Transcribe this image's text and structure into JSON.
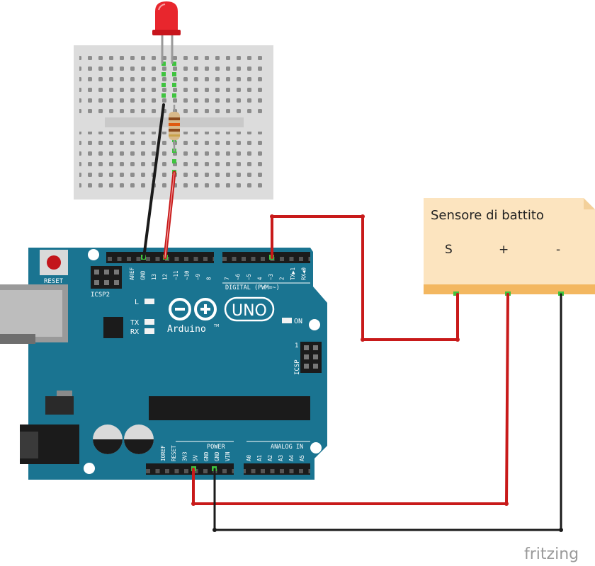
{
  "colors": {
    "board": "#1a7491",
    "board_dark": "#12627c",
    "wire_red": "#c81a1a",
    "wire_black": "#1a1a1a",
    "breadboard": "#dcdcdc",
    "sensor": "#fce4bf",
    "led": "#e8262d"
  },
  "sensor": {
    "title": "Sensore di battito",
    "pins": {
      "signal": "S",
      "plus": "+",
      "minus": "-"
    }
  },
  "arduino": {
    "reset_label": "RESET",
    "icsp2_label": "ICSP2",
    "icsp_label": "ICSP",
    "icsp_pin1": "1",
    "logo_brand": "Arduino",
    "logo_tm": "TM",
    "logo_model": "UNO",
    "led_l": "L",
    "led_tx": "TX",
    "led_rx": "RX",
    "led_on": "ON",
    "digital_header_label": "DIGITAL (PWM=~)",
    "digital_pins_left": [
      "AREF",
      "GND",
      "13",
      "12",
      "~11",
      "~10",
      "~9",
      "8"
    ],
    "digital_pins_right": [
      "7",
      "~6",
      "~5",
      "4",
      "~3",
      "2",
      "TX▶1",
      "RX◀0"
    ],
    "power_header_label": "POWER",
    "power_pins": [
      "IOREF",
      "RESET",
      "3V3",
      "5V",
      "GND",
      "GND",
      "VIN"
    ],
    "analog_header_label": "ANALOG IN",
    "analog_pins": [
      "A0",
      "A1",
      "A2",
      "A3",
      "A4",
      "A5"
    ]
  },
  "watermark": "fritzing"
}
